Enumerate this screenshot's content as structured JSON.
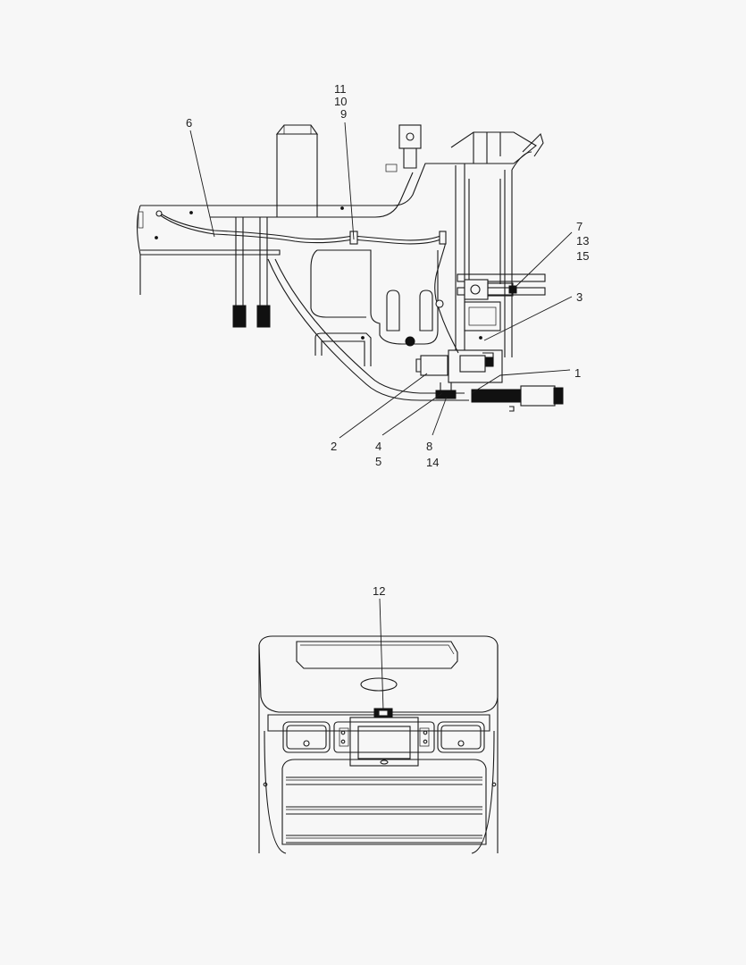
{
  "callouts": {
    "c11": "11",
    "c10": "10",
    "c9": "9",
    "c6": "6",
    "c7": "7",
    "c13": "13",
    "c15": "15",
    "c3": "3",
    "c1": "1",
    "c2": "2",
    "c4": "4",
    "c5": "5",
    "c8": "8",
    "c14": "14",
    "c12": "12"
  }
}
